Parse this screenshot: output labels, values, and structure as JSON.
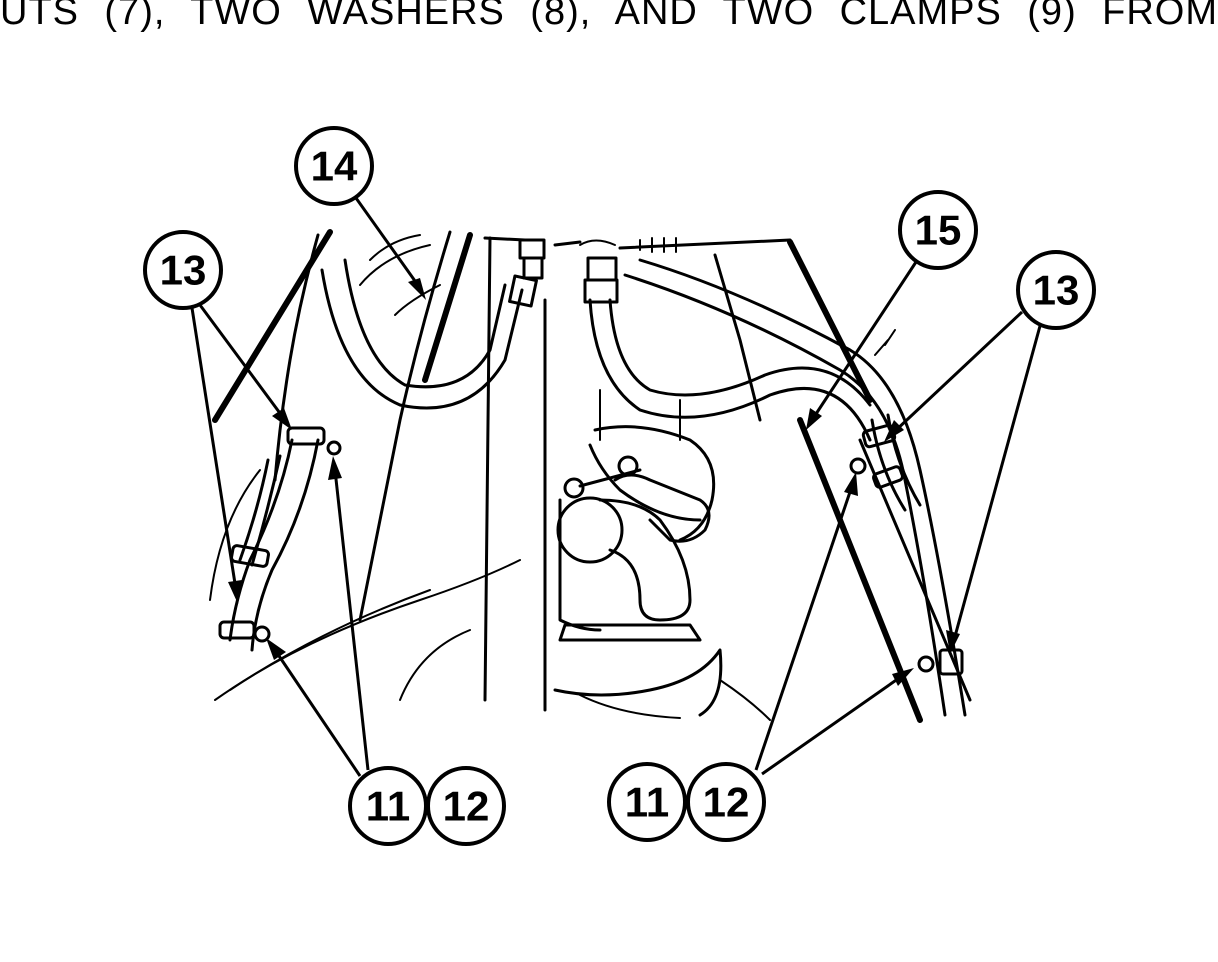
{
  "heading_text": "UTS (7), TWO WASHERS (8), AND TWO CLAMPS (9) FROM",
  "callouts": {
    "c14": "14",
    "c13_left": "13",
    "c15": "15",
    "c13_right": "13",
    "c11_left": "11",
    "c12_left": "12",
    "c11_right": "11",
    "c12_right": "12"
  }
}
